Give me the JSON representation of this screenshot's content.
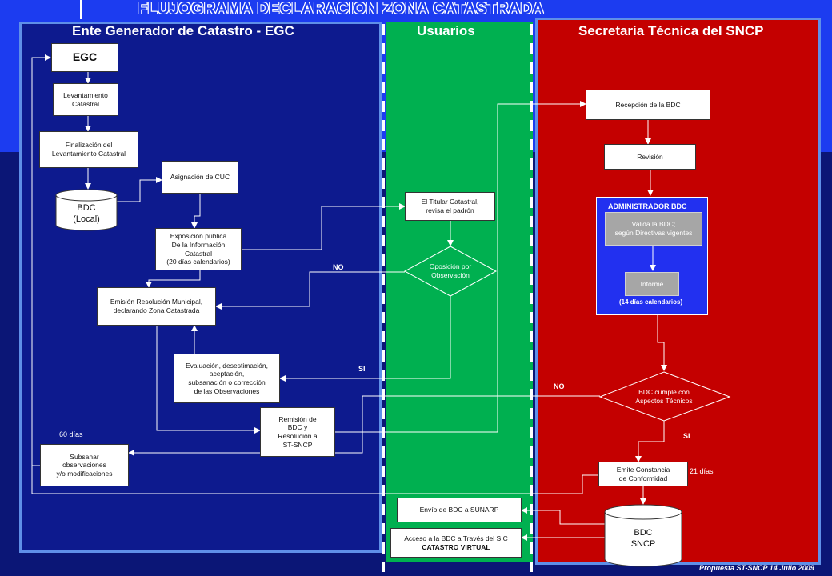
{
  "title": "FLUJOGRAMA DECLARACION ZONA CATASTRADA",
  "lanes": {
    "egc": "Ente Generador de Catastro - EGC",
    "usuarios": "Usuarios",
    "stn": "Secretaría Técnica del SNCP"
  },
  "nodes": {
    "egc": "EGC",
    "levantamiento": "Levantamiento\nCatastral",
    "finalizacion": "Finalización del\nLevantamiento Catastral",
    "bdc_local": "BDC\n(Local)",
    "asignacion": "Asignación  de CUC",
    "exposicion": "Exposición  pública\nDe la Información\nCatastral\n(20 días calendarios)",
    "emision": "Emisión Resolución Municipal,\ndeclarando Zona Catastrada",
    "evaluacion": "Evaluación, desestimación,\naceptación,\nsubsanación  o corrección\nde las Observaciones",
    "remision": "Remisión de\nBDC y\nResolución a\nST-SNCP",
    "subsanar": "Subsanar\nobservaciones\ny/o modificaciones",
    "titular": "El Titular Catastral,\nrevisa el padrón",
    "oposicion": "Oposición  por\nObservación",
    "envio": "Envío  de BDC a SUNARP",
    "acceso_line1": "Acceso a la BDC a Través del SIC",
    "acceso_line2": "CATASTRO VIRTUAL",
    "recepcion": "Recepción de la BDC",
    "revision": "Revisión",
    "admin_title": "ADMINISTRADOR BDC",
    "valida": "Valida la BDC;\nsegún Directivas vigentes",
    "informe": "Informe",
    "informe_days": "(14 días calendarios)",
    "cumple": "BDC cumple con\nAspectos Técnicos",
    "constancia": "Emite Constancia\nde Conformidad",
    "bdc_sncp": "BDC\nSNCP"
  },
  "labels": {
    "no_1": "NO",
    "si_1": "SI",
    "no_2": "NO",
    "si_2": "SI",
    "dias_60": "60 días",
    "dias_21": "21 días"
  },
  "footer": "Propuesta ST-SNCP 14 Julio 2009",
  "colors": {
    "egc_lane": "#0d1a8e",
    "usuarios_lane": "#00b050",
    "stn_lane": "#c40000",
    "admin_panel": "#2230f0"
  }
}
